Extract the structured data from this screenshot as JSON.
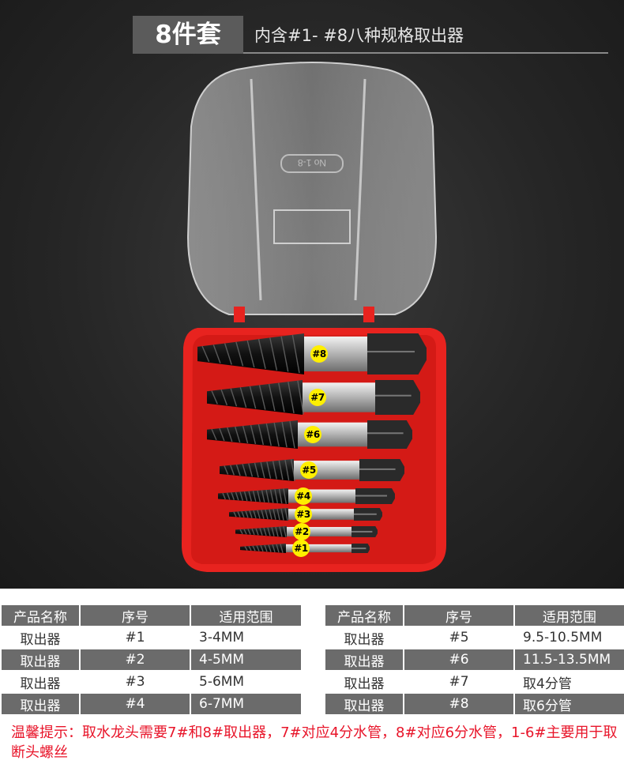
{
  "header": {
    "badge": "8件套",
    "subtitle": "内含#1- #8八种规格取出器"
  },
  "product": {
    "lid_embossed_text": "No 1-8",
    "case_color": "#e8231f",
    "tags": [
      "#8",
      "#7",
      "#6",
      "#5",
      "#4",
      "#3",
      "#2",
      "#1"
    ]
  },
  "table_left": {
    "headers": [
      "产品名称",
      "序号",
      "适用范围"
    ],
    "rows": [
      [
        "取出器",
        "#1",
        "3-4MM"
      ],
      [
        "取出器",
        "#2",
        "4-5MM"
      ],
      [
        "取出器",
        "#3",
        "5-6MM"
      ],
      [
        "取出器",
        "#4",
        "6-7MM"
      ]
    ]
  },
  "table_right": {
    "headers": [
      "产品名称",
      "序号",
      "适用范围"
    ],
    "rows": [
      [
        "取出器",
        "#5",
        "9.5-10.5MM"
      ],
      [
        "取出器",
        "#6",
        "11.5-13.5MM"
      ],
      [
        "取出器",
        "#7",
        "取4分管"
      ],
      [
        "取出器",
        "#8",
        "取6分管"
      ]
    ]
  },
  "note": "温馨提示：取水龙头需要7#和8#取出器，7#对应4分水管，8#对应6分水管，1-6#主要用于取断头螺丝"
}
